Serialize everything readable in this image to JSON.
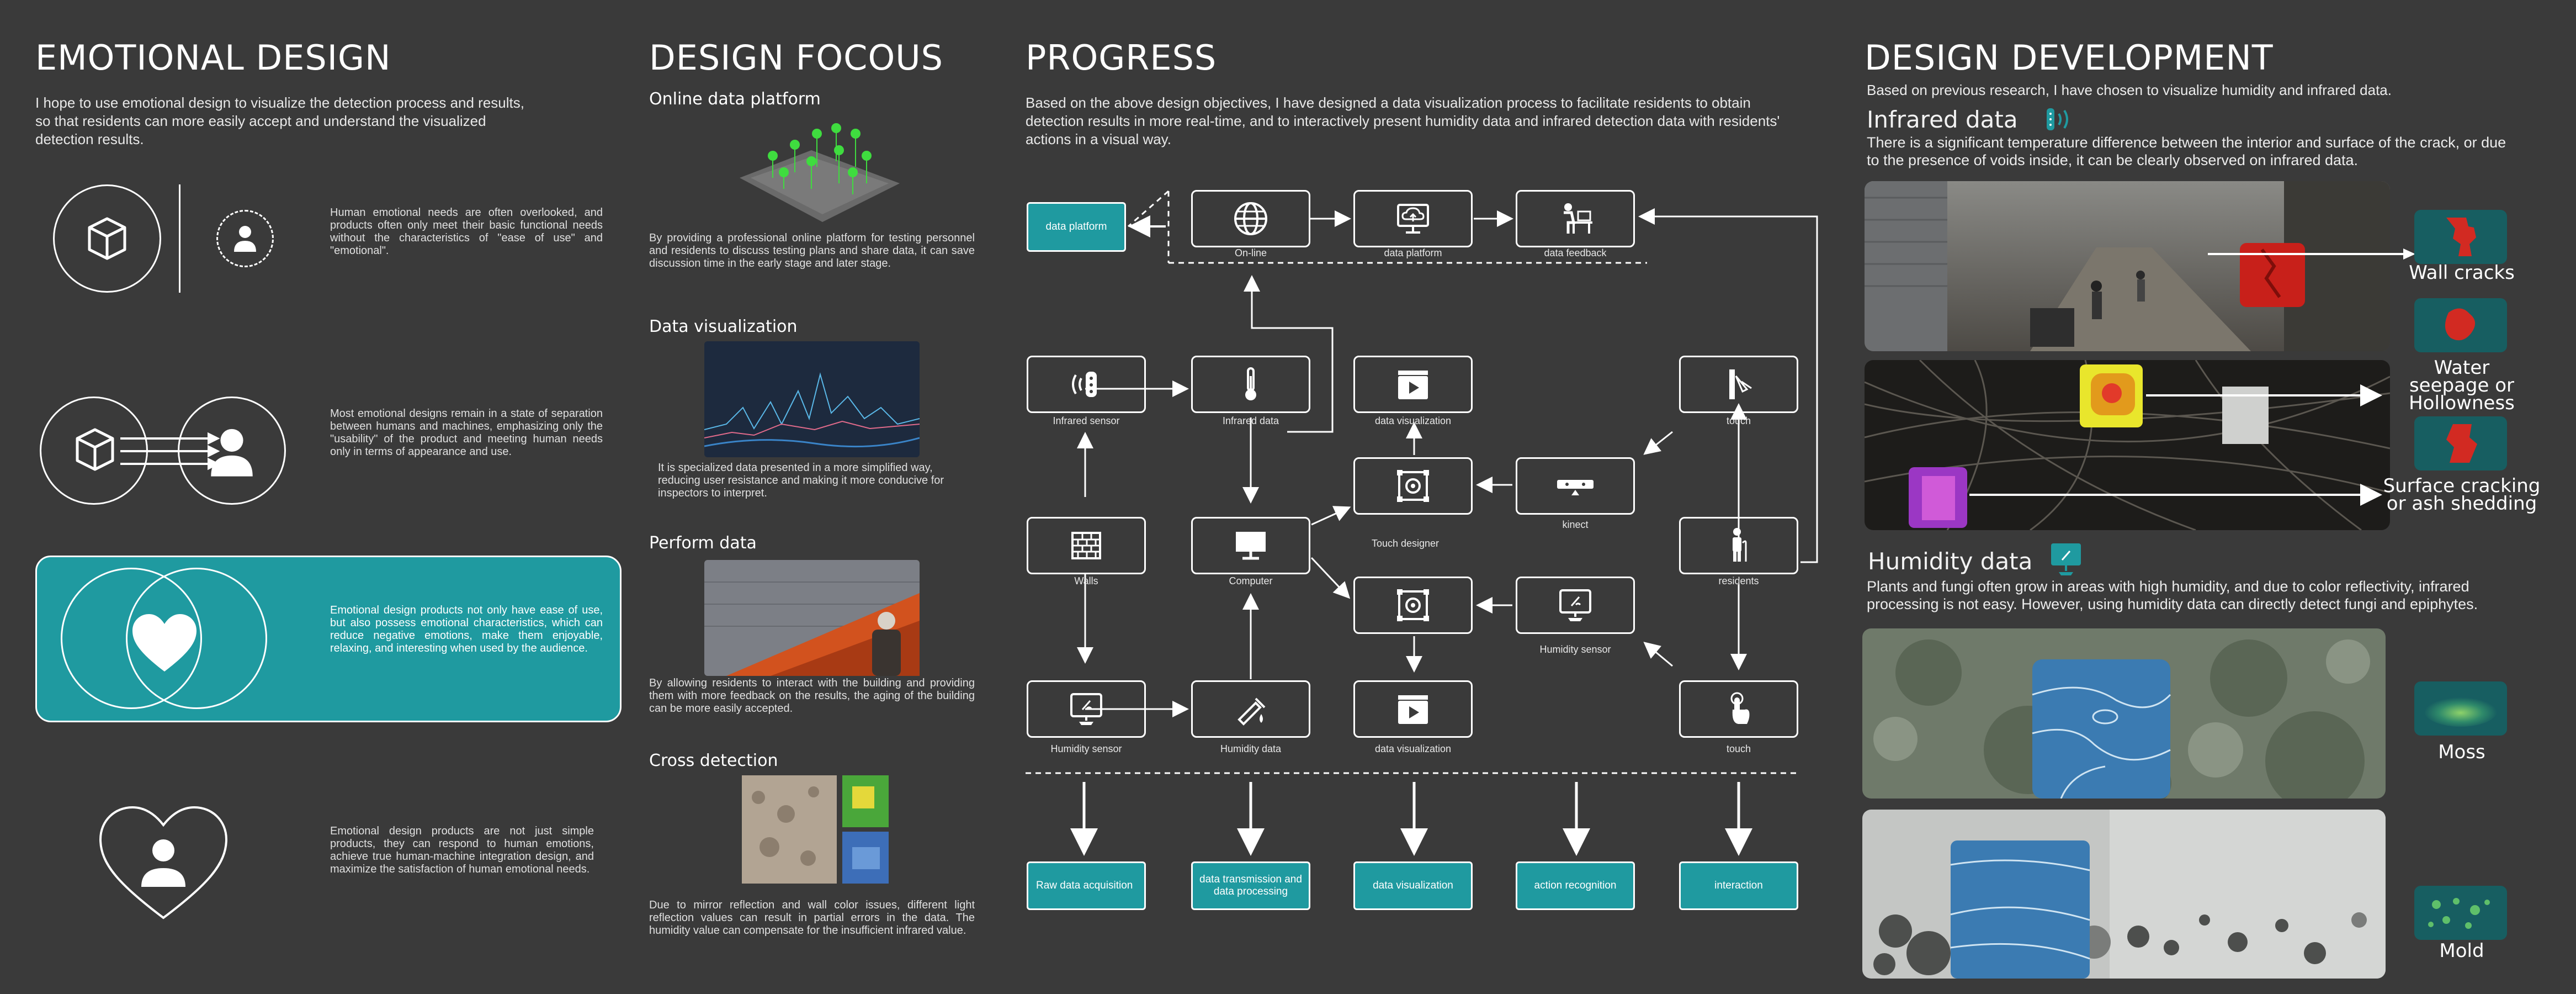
{
  "emotional": {
    "title": "EMOTIONAL DESIGN",
    "intro": "I hope to use emotional design to visualize the detection process and results, so that residents can more easily accept and understand the visualized detection results.",
    "items": [
      {
        "text": "Human emotional needs are often overlooked, and products often only meet their basic functional needs without the characteristics of \"ease of use\" and \"emotional\"."
      },
      {
        "text": "Most emotional designs remain in a state of separation between humans and machines, emphasizing only the \"usability\" of the product and meeting human needs only in terms of appearance and use."
      },
      {
        "text": "Emotional design products not only have ease of use, but also possess emotional characteristics, which can reduce negative emotions, make them enjoyable, relaxing, and interesting when used by the audience."
      },
      {
        "text": "Emotional design products are not just simple products, they can respond to human emotions, achieve true human-machine integration design, and maximize the satisfaction of human emotional needs."
      }
    ]
  },
  "focus": {
    "title": "DESIGN FOCOUS",
    "sections": [
      {
        "heading": "Online data platform",
        "text": "By providing a professional online platform for testing personnel and residents to discuss testing plans and share data, it can save discussion time in the early stage and later stage."
      },
      {
        "heading": "Data visualization",
        "text": "It is specialized data presented in a more simplified way, reducing user resistance and making it more conducive for inspectors to interpret."
      },
      {
        "heading": "Perform  data",
        "text": "By allowing residents to interact with the building and providing them with more feedback on the results, the aging of the building can be more easily accepted."
      },
      {
        "heading": "Cross detection",
        "text": "Due to mirror reflection and wall color issues, different light reflection values can result in partial errors in the data. The humidity value can compensate for the insufficient infrared value."
      }
    ]
  },
  "progress": {
    "title": "PROGRESS",
    "intro": "Based on the above design objectives, I have designed a data visualization process to facilitate residents to obtain detection results in more real-time, and to interactively present humidity data and infrared detection data with residents' actions in a visual way.",
    "data_platform": "data platform",
    "labels": {
      "online": "On-line",
      "platform": "data platform",
      "feedback": "data feedback",
      "infrared_sensor": "Infrared sensor",
      "infrared_data": "Infrared data",
      "data_vis_top": "data visualization",
      "touch_top": "touch",
      "touch_designer": "Touch designer",
      "kinect": "kinect",
      "walls": "Walls",
      "computer": "Computer",
      "residents": "residents",
      "humidity_sensor_mid": "Humidity sensor",
      "humidity_sensor": "Humidity sensor",
      "humidity_data": "Humidity data",
      "data_vis_bottom": "data visualization",
      "touch_bottom": "touch"
    },
    "outputs": [
      "Raw data acquisition",
      "data transmission and data processing",
      "data visualization",
      "action recognition",
      "interaction"
    ]
  },
  "development": {
    "title": "DESIGN DEVELOPMENT",
    "intro": "Based on previous research, I have chosen to visualize humidity and infrared data.",
    "infrared_title": "Infrared data",
    "infrared_text": "There is a significant temperature difference between the interior and surface of the crack, or due to the presence of voids inside, it can be clearly observed on infrared data.",
    "humidity_title": "Humidity data",
    "humidity_text": "Plants and fungi often grow in areas with high humidity, and due to color reflectivity, infrared processing is not easy. However, using humidity data can directly detect fungi and epiphytes.",
    "labels": {
      "wall_cracks": "Wall cracks",
      "water_seepage": "Water seepage or Hollowness",
      "surface_cracking": "Surface cracking or ash shedding",
      "moss": "Moss",
      "mold": "Mold"
    }
  },
  "colors": {
    "background": "#3a3a3a",
    "accent": "#1f9aa0",
    "text": "#ffffff"
  }
}
